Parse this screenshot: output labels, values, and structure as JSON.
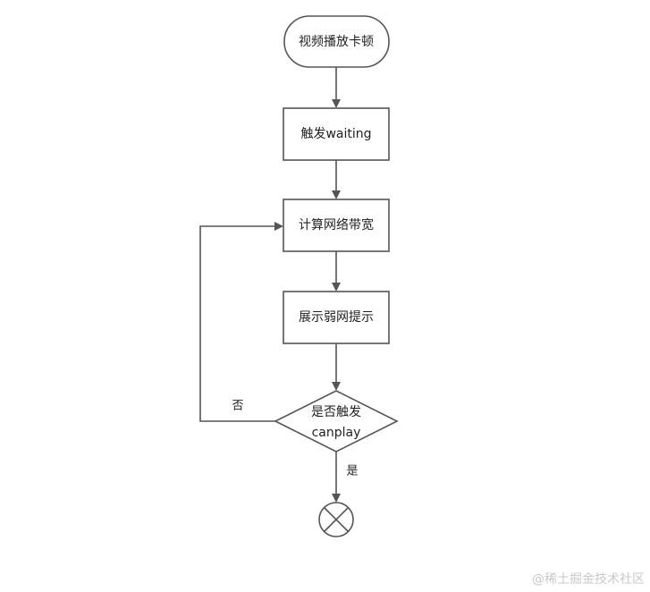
{
  "nodes": {
    "start": "视频播放卡顿",
    "waiting": "触发waiting",
    "bandwidth": "计算网络带宽",
    "weak_tip": "展示弱网提示",
    "decision_line1": "是否触发",
    "decision_line2": "canplay"
  },
  "edges": {
    "no_label": "否",
    "yes_label": "是"
  },
  "end_node": {
    "icon": "x-circle-icon"
  },
  "watermark": "@稀土掘金技术社区",
  "colors": {
    "stroke": "#555555",
    "text": "#1f1f1f",
    "watermark": "#c9c9c9"
  }
}
